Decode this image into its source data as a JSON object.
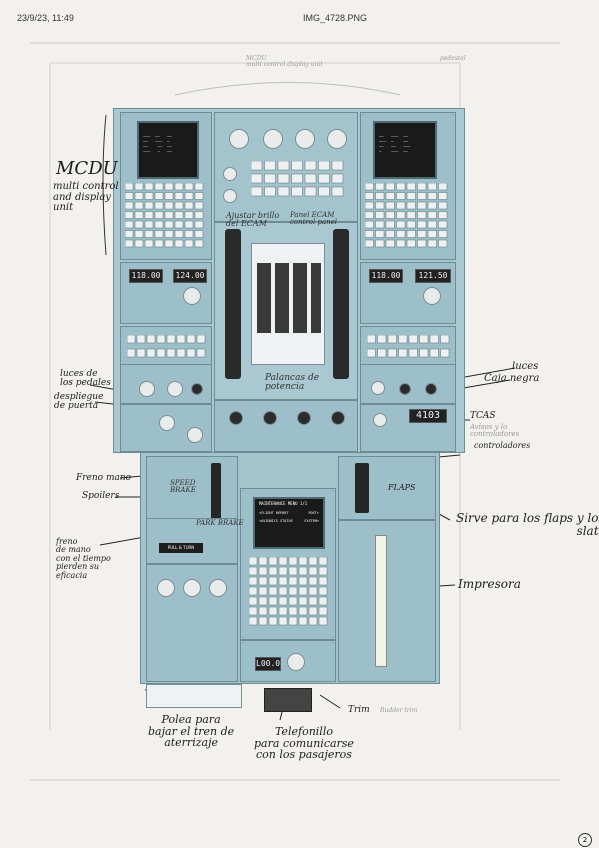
{
  "header": {
    "datetime": "23/9/23, 11:49",
    "filename": "IMG_4728.PNG"
  },
  "annotations": {
    "top_mcdu_label": "MCDU\nmulti control display unit",
    "top_right_faint": "pedestal",
    "mcdu_title": "MCDU",
    "mcdu_desc": "multi control\nand display\nunit",
    "ecam_adjust": "Ajustar brillo\ndel ECAM",
    "ecam_panel": "Panel ECAM\ncontrol panel",
    "luces_pedales": "luces de\nlos pedales",
    "despliegue_puerta": "despliegue\nde puerta",
    "palancas_potencia": "Palancas de\npotencia",
    "luces": "luces",
    "caja_negra": "Caja negra",
    "tcas": "TCAS",
    "tcas_faint": "Avisos y lo\ncontroladores",
    "controladores": "controladores",
    "freno_mano": "Freno mano",
    "spoilers": "Spoilers",
    "speed_brake": "SPEED\nBRAKE",
    "parking_brake": "PARK BRAKE",
    "freno_mano_long": "freno\nde mano\ncon el tiempo\npierden su\neficacia",
    "flaps": "FLAPS",
    "flaps_note": "Sirve para los flaps y los\nslats",
    "impresora": "Impresora",
    "polea": "Polea para\nbajar el tren de\naterrizaje",
    "telefonillo": "Telefonillo\npara comunicarse\ncon los pasajeros",
    "trim": "Trim",
    "trim_faint": "Rudder trim",
    "page_number": "2"
  },
  "displays": {
    "left_freq_active": "118.00",
    "left_freq_standby": "124.00",
    "right_freq_active": "118.00",
    "right_freq_standby": "121.50",
    "transponder_code": "4103",
    "rudder_trim": "L00.0",
    "center_mcdu_title": "MAINTENANCE MENU 1/1",
    "center_mcdu_line1": "<FLIGHT REPORT",
    "center_mcdu_line2": "<AVIONICS STATUS",
    "center_mcdu_right1": "POST>",
    "center_mcdu_right2": "SYSTEM>",
    "parking_brake_placard": "PULL & TURN"
  },
  "colors": {
    "panel": "#9dbfc9",
    "panel_dark": "#6d8c96",
    "ink": "#1b1b1b",
    "screen": "#1a1a1a",
    "paper": "#f3f1ee"
  }
}
